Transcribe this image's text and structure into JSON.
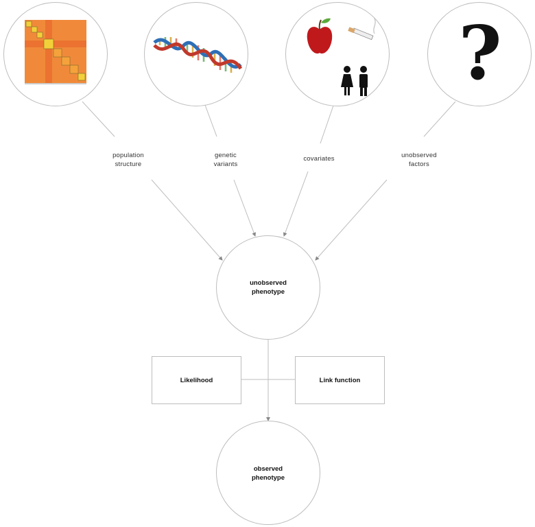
{
  "sources": [
    {
      "id": "population",
      "label": "population\nstructure",
      "icon": "kinship-heatmap-icon"
    },
    {
      "id": "genetic",
      "label": "genetic\nvariants",
      "icon": "dna-helix-icon"
    },
    {
      "id": "covariates",
      "label": "covariates",
      "icon": "apple-cigarette-people-icon"
    },
    {
      "id": "unobserved",
      "label": "unobserved\nfactors",
      "icon": "question-mark-icon"
    }
  ],
  "latent_node": {
    "label": "unobserved\nphenotype"
  },
  "likelihood_box": {
    "label": "Likelihood"
  },
  "link_box": {
    "label": "Link function"
  },
  "observed_node": {
    "label": "observed\nphenotype"
  },
  "question_glyph": "?",
  "colors": {
    "stroke": "#bdbdbd",
    "heatmap_base": "#f08a3a",
    "heatmap_block": "#f3d03a"
  }
}
